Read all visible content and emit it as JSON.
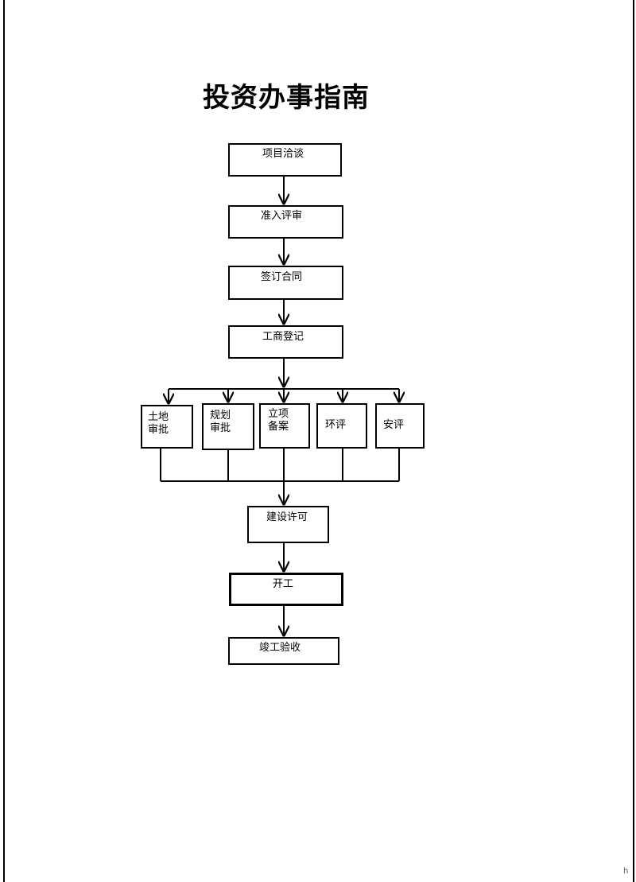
{
  "title": "投资办事指南",
  "steps": {
    "s1": "项目洽谈",
    "s2": "准入评审",
    "s3": "签订合同",
    "s4": "工商登记",
    "s5": "建设许可",
    "s6": "开工",
    "s7": "竣工验收"
  },
  "parallel": {
    "land": "土地\n审批",
    "planning": "规划\n审批",
    "record": "立项\n备案",
    "env": "环评",
    "safety": "安评"
  },
  "page_mark": "h"
}
